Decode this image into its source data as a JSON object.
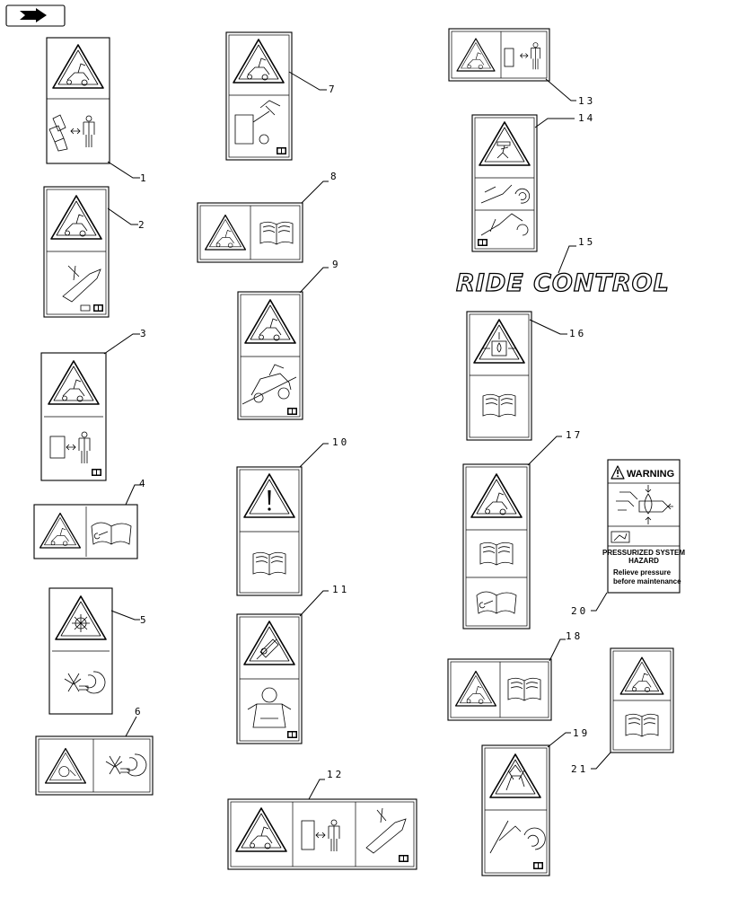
{
  "callouts": [
    {
      "n": "1"
    },
    {
      "n": "2"
    },
    {
      "n": "3"
    },
    {
      "n": "4"
    },
    {
      "n": "5"
    },
    {
      "n": "6"
    },
    {
      "n": "7"
    },
    {
      "n": "8"
    },
    {
      "n": "9"
    },
    {
      "n": "10"
    },
    {
      "n": "11"
    },
    {
      "n": "12"
    },
    {
      "n": "13"
    },
    {
      "n": "14"
    },
    {
      "n": "15"
    },
    {
      "n": "16"
    },
    {
      "n": "17"
    },
    {
      "n": "18"
    },
    {
      "n": "19"
    },
    {
      "n": "20"
    },
    {
      "n": "21"
    }
  ],
  "ride_control_text": "RIDE CONTROL",
  "warning_decal": {
    "header": "WARNING",
    "title_line1": "PRESSURIZED SYSTEM",
    "title_line2": "HAZARD",
    "body_line1": "Relieve pressure",
    "body_line2": "before maintenance"
  },
  "icons": {
    "nav": "next-page-arrow-icon",
    "warning": "warning-triangle-icon",
    "manual": "open-manual-book-icon",
    "person": "person-distance-icon",
    "service": "service-manual-wrench-icon",
    "fan": "rotating-fan-icon",
    "pressure": "pressure-drop-icon",
    "loader": "loader-machine-icon"
  }
}
